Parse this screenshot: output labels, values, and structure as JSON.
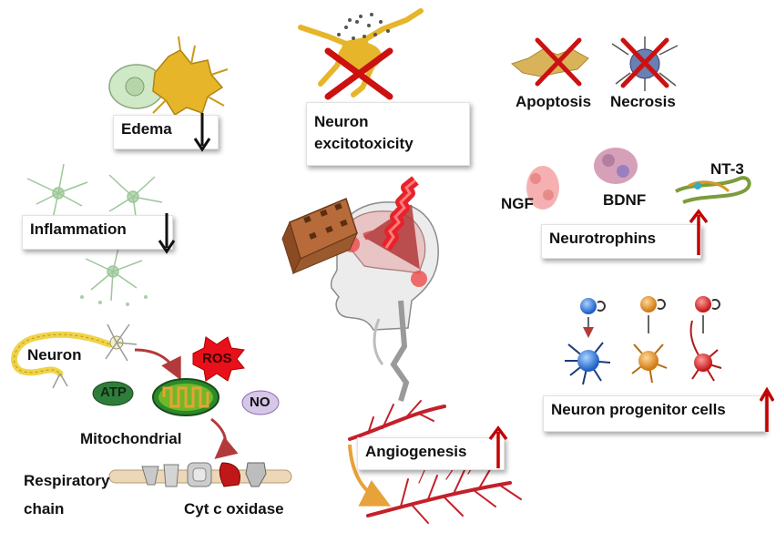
{
  "labels": {
    "edema": "Edema",
    "excitotoxicity_line1": "Neuron",
    "excitotoxicity_line2": "excitotoxicity",
    "apoptosis": "Apoptosis",
    "necrosis": "Necrosis",
    "ngf": "NGF",
    "bdnf": "BDNF",
    "nt3": "NT-3",
    "neurotrophins": "Neurotrophins",
    "inflammation": "Inflammation",
    "neuron": "Neuron",
    "ros": "ROS",
    "atp": "ATP",
    "no": "NO",
    "mitochondrial": "Mitochondrial",
    "respiratory_line1": "Respiratory",
    "respiratory_line2": "chain",
    "cyt_c_oxidase": "Cyt c oxidase",
    "angiogenesis": "Angiogenesis",
    "progenitor": "Neuron progenitor cells"
  },
  "colors": {
    "arrow_down": "#111111",
    "arrow_up": "#c40000",
    "cross": "#cc1111",
    "neuron_fill": "#e6b52a",
    "vessel": "#c4202a"
  }
}
